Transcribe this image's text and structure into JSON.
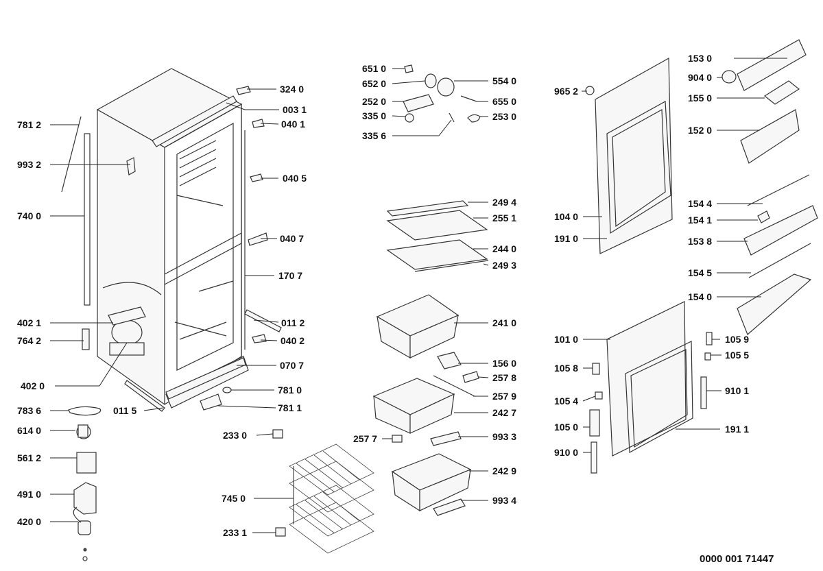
{
  "labels": [
    {
      "id": "l3240",
      "text": "324 0"
    },
    {
      "id": "l0031",
      "text": "003 1"
    },
    {
      "id": "l0401",
      "text": "040 1"
    },
    {
      "id": "l7812",
      "text": "781 2"
    },
    {
      "id": "l9932",
      "text": "993 2"
    },
    {
      "id": "l0405",
      "text": "040 5"
    },
    {
      "id": "l7400",
      "text": "740 0"
    },
    {
      "id": "l0407",
      "text": "040 7"
    },
    {
      "id": "l1707",
      "text": "170 7"
    },
    {
      "id": "l4021",
      "text": "402 1"
    },
    {
      "id": "l0112",
      "text": "011 2"
    },
    {
      "id": "l7642",
      "text": "764 2"
    },
    {
      "id": "l0402",
      "text": "040 2"
    },
    {
      "id": "l0707",
      "text": "070 7"
    },
    {
      "id": "l4020",
      "text": "402 0"
    },
    {
      "id": "l7810",
      "text": "781 0"
    },
    {
      "id": "l7836",
      "text": "783 6"
    },
    {
      "id": "l0115",
      "text": "011 5"
    },
    {
      "id": "l7811",
      "text": "781 1"
    },
    {
      "id": "l6140",
      "text": "614 0"
    },
    {
      "id": "l2330",
      "text": "233 0"
    },
    {
      "id": "l5612",
      "text": "561 2"
    },
    {
      "id": "l4910",
      "text": "491 0"
    },
    {
      "id": "l7450",
      "text": "745 0"
    },
    {
      "id": "l4200",
      "text": "420 0"
    },
    {
      "id": "l2331",
      "text": "233 1"
    },
    {
      "id": "l6510",
      "text": "651 0"
    },
    {
      "id": "l6520",
      "text": "652 0"
    },
    {
      "id": "l5540",
      "text": "554 0"
    },
    {
      "id": "l2520",
      "text": "252 0"
    },
    {
      "id": "l6550",
      "text": "655 0"
    },
    {
      "id": "l3350",
      "text": "335 0"
    },
    {
      "id": "l2530",
      "text": "253 0"
    },
    {
      "id": "l3356",
      "text": "335 6"
    },
    {
      "id": "l2494",
      "text": "249 4"
    },
    {
      "id": "l2551",
      "text": "255 1"
    },
    {
      "id": "l2440",
      "text": "244 0"
    },
    {
      "id": "l2493",
      "text": "249 3"
    },
    {
      "id": "l2410",
      "text": "241 0"
    },
    {
      "id": "l1560",
      "text": "156 0"
    },
    {
      "id": "l2578",
      "text": "257 8"
    },
    {
      "id": "l2579",
      "text": "257 9"
    },
    {
      "id": "l2427",
      "text": "242 7"
    },
    {
      "id": "l2577",
      "text": "257 7"
    },
    {
      "id": "l9933",
      "text": "993 3"
    },
    {
      "id": "l2429",
      "text": "242 9"
    },
    {
      "id": "l9934",
      "text": "993 4"
    },
    {
      "id": "l1530",
      "text": "153 0"
    },
    {
      "id": "l9652",
      "text": "965 2"
    },
    {
      "id": "l9040",
      "text": "904 0"
    },
    {
      "id": "l1550",
      "text": "155 0"
    },
    {
      "id": "l1520",
      "text": "152 0"
    },
    {
      "id": "l1544",
      "text": "154 4"
    },
    {
      "id": "l1040",
      "text": "104 0"
    },
    {
      "id": "l1541",
      "text": "154 1"
    },
    {
      "id": "l1910",
      "text": "191 0"
    },
    {
      "id": "l1538",
      "text": "153 8"
    },
    {
      "id": "l1545",
      "text": "154 5"
    },
    {
      "id": "l1540",
      "text": "154 0"
    },
    {
      "id": "l1010",
      "text": "101 0"
    },
    {
      "id": "l1059",
      "text": "105 9"
    },
    {
      "id": "l1058",
      "text": "105 8"
    },
    {
      "id": "l1055",
      "text": "105 5"
    },
    {
      "id": "l9101",
      "text": "910 1"
    },
    {
      "id": "l1054",
      "text": "105 4"
    },
    {
      "id": "l1050",
      "text": "105 0"
    },
    {
      "id": "l1911",
      "text": "191 1"
    },
    {
      "id": "l9100",
      "text": "910 0"
    }
  ],
  "document_number": "0000 001  71447"
}
